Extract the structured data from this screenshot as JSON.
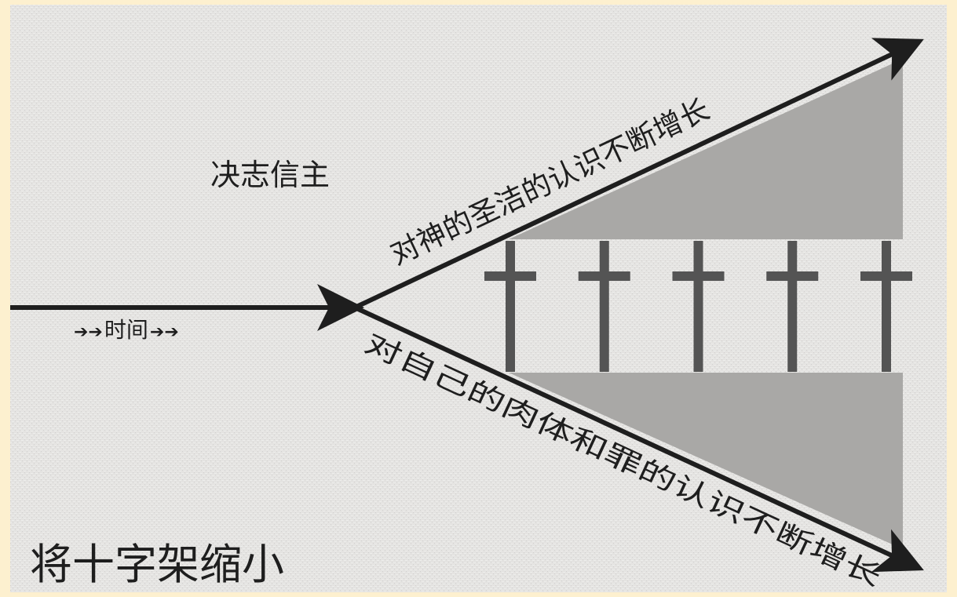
{
  "labels": {
    "decision": "决志信主",
    "time_left_arrows": "➔➔",
    "time": "时间",
    "time_right_arrows": "➔➔",
    "upper_arrow": "对神的圣洁的认识不断增长",
    "lower_arrow": "对自己的肉体和罪的认识不断增长",
    "caption": "将十字架缩小"
  },
  "cross_count": 5,
  "colors": {
    "frame": "#fdf0cf",
    "canvas": "#e4e3e1",
    "shade": "#a9a8a6",
    "cross": "#545454",
    "line": "#1e1e1e"
  }
}
